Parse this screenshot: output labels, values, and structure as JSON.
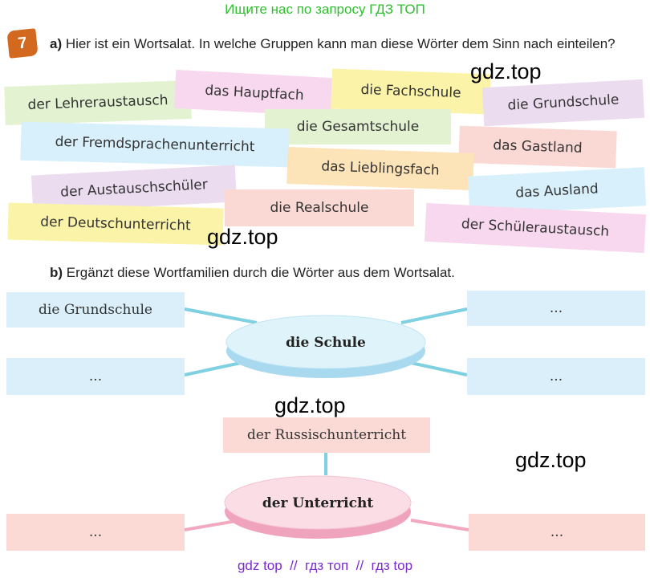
{
  "banner": "Ищите нас по запросу ГДЗ ТОП",
  "task_number": "7",
  "part_a": {
    "marker": "a)",
    "text": "Hier ist ein Wortsalat. In welche Gruppen kann man diese Wörter dem Sinn nach einteilen?"
  },
  "word_salad": [
    "der Lehreraustausch",
    "das Hauptfach",
    "die Fachschule",
    "die Grundschule",
    "die Gesamtschule",
    "der Fremdsprachenunterricht",
    "das Gastland",
    "das Lieblingsfach",
    "der Austauschschüler",
    "das Ausland",
    "die Realschule",
    "der Deutschunterricht",
    "der Schüleraustausch"
  ],
  "part_b": {
    "marker": "b)",
    "text": "Ergänzt diese Wortfamilien durch die Wörter aus dem Wortsalat."
  },
  "cluster_schule": {
    "center": "die Schule",
    "top_left": "die Grundschule",
    "top_right": "...",
    "bottom_left": "...",
    "bottom_right": "..."
  },
  "cluster_unterricht": {
    "center": "der Unterricht",
    "top": "der Russischunterricht",
    "bottom_left": "...",
    "bottom_right": "..."
  },
  "watermarks": [
    "gdz.top",
    "gdz.top",
    "gdz.top",
    "gdz.top"
  ],
  "footer": "gdz top  //  гдз топ  //  гдз top",
  "colors": {
    "banner": "#2fbf2f",
    "task_badge": "#d2691e",
    "line_blue": "#7fd0e0",
    "line_pink": "#f2a9c0",
    "footer": "#7a2bd1"
  }
}
